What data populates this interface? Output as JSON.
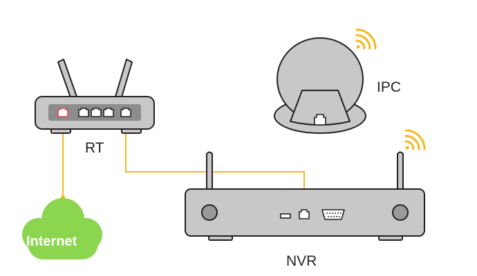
{
  "labels": {
    "router": "RT",
    "camera": "IPC",
    "recorder": "NVR",
    "cloud": "Internet"
  },
  "colors": {
    "device_body": "#c8c8c8",
    "device_outline": "#231f20",
    "port_panel": "#8c8c8c",
    "wan_port": "#e8414e",
    "cable": "#f5b81a",
    "wifi": "#f5b81a",
    "cloud": "#8cd54f",
    "cloud_text": "#ffffff"
  },
  "icons": {
    "router": "router-icon",
    "camera": "ip-camera-icon",
    "recorder": "nvr-icon",
    "cloud": "cloud-icon",
    "wireless": "wifi-icon"
  }
}
